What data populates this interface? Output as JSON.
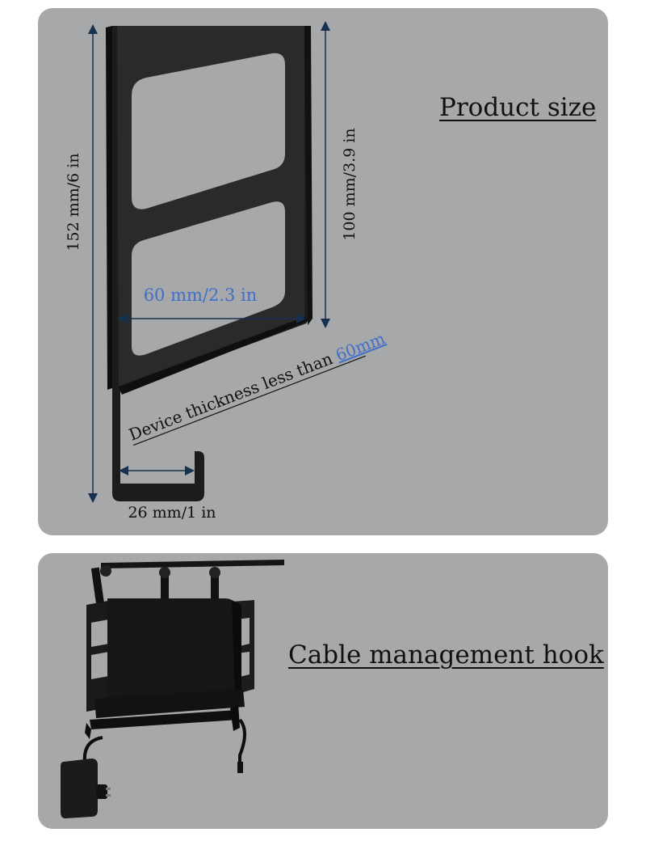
{
  "product_size": {
    "title": "Product size",
    "height_label": "152 mm/6 in",
    "slot_label": "100 mm/3.9 in",
    "width_label": "60 mm/2.3 in",
    "thickness_label_prefix": "Device thickness less than ",
    "thickness_label_value": "60mm",
    "hook_label": "26 mm/1 in"
  },
  "cable_hook": {
    "title": "Cable management hook"
  },
  "colors": {
    "panel": "#a7a8aa",
    "accent_blue": "#3f6fc6",
    "dim_line": "#16314f"
  }
}
